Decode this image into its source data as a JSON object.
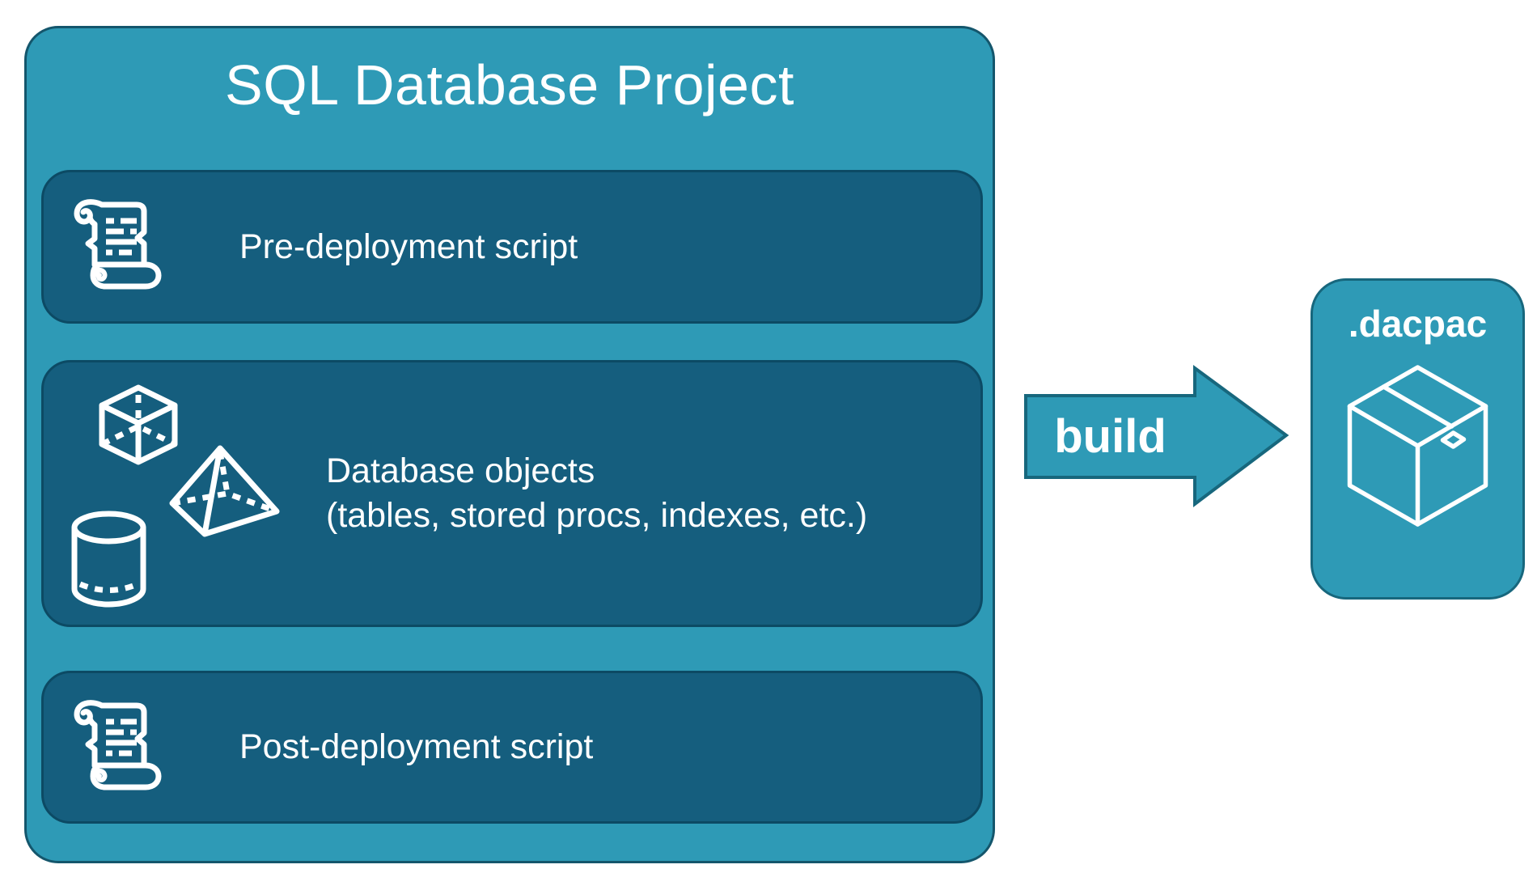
{
  "diagram": {
    "project": {
      "title": "SQL Database Project",
      "rows": [
        {
          "label": "Pre-deployment script",
          "icon": "scroll-icon"
        },
        {
          "label": "Database objects",
          "sublabel": "(tables, stored procs, indexes, etc.)",
          "icons": [
            "cube-icon",
            "pyramid-icon",
            "cylinder-icon"
          ]
        },
        {
          "label": "Post-deployment script",
          "icon": "scroll-icon"
        }
      ]
    },
    "arrow": {
      "label": "build"
    },
    "artifact": {
      "label": ".dacpac",
      "icon": "package-icon"
    },
    "colors": {
      "teal": "#2E9AB6",
      "teal_border": "#14566C",
      "panel_dark": "#155E7E",
      "panel_dark_border": "#0C4A64",
      "text": "#FFFFFF"
    }
  }
}
